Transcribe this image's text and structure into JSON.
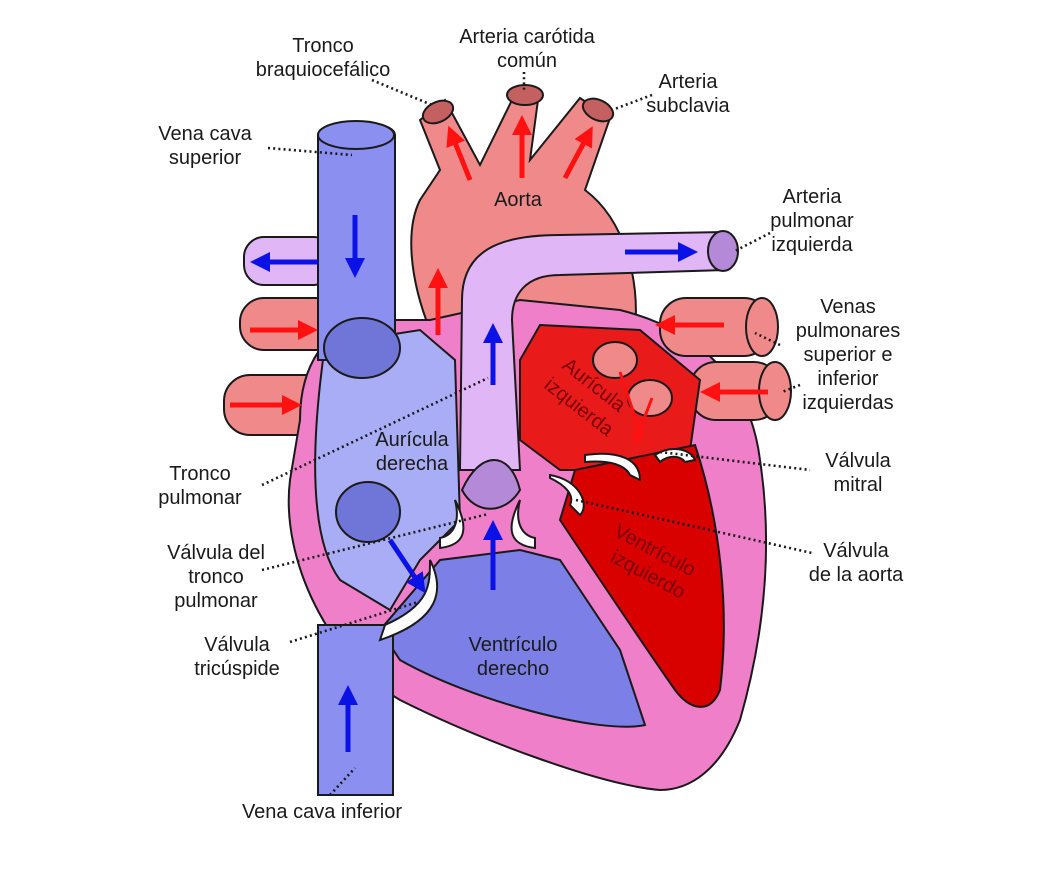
{
  "colors": {
    "oxygen_poor": "#8a8ff0",
    "oxygen_rich": "#f08a8a",
    "pulmonary_trunk": "#e0b6f6",
    "myocardium": "#ef7fc8",
    "left_ventricle": "#d90000",
    "right_ventricle": "#7b7fe6",
    "flow_blue": "#0b12e6",
    "flow_red": "#ff1111"
  },
  "labels": {
    "tronco_braquio_1": "Tronco",
    "tronco_braquio_2": "braquiocefálico",
    "carotida_1": "Arteria carótida",
    "carotida_2": "común",
    "subclavia_1": "Arteria",
    "subclavia_2": "subclavia",
    "vena_sup_1": "Vena cava",
    "vena_sup_2": "superior",
    "aorta": "Aorta",
    "art_pulm_1": "Arteria",
    "art_pulm_2": "pulmonar",
    "art_pulm_3": "izquierda",
    "venas_pulm_1": "Venas",
    "venas_pulm_2": "pulmonares",
    "venas_pulm_3": "superior e",
    "venas_pulm_4": "inferior",
    "venas_pulm_5": "izquierdas",
    "auricula_izq_1": "Aurícula",
    "auricula_izq_2": "izquierda",
    "auricula_der_1": "Aurícula",
    "auricula_der_2": "derecha",
    "tronco_pulm_1": "Tronco",
    "tronco_pulm_2": "pulmonar",
    "valv_mitral_1": "Válvula",
    "valv_mitral_2": "mitral",
    "valv_tronco_1": "Válvula del",
    "valv_tronco_2": "tronco",
    "valv_tronco_3": "pulmonar",
    "valv_aorta_1": "Válvula",
    "valv_aorta_2": "de la aorta",
    "ventr_izq_1": "Ventrículo",
    "ventr_izq_2": "izquierdo",
    "valv_tric_1": "Válvula",
    "valv_tric_2": "tricúspide",
    "ventr_der_1": "Ventrículo",
    "ventr_der_2": "derecho",
    "vena_inf": "Vena cava inferior"
  }
}
